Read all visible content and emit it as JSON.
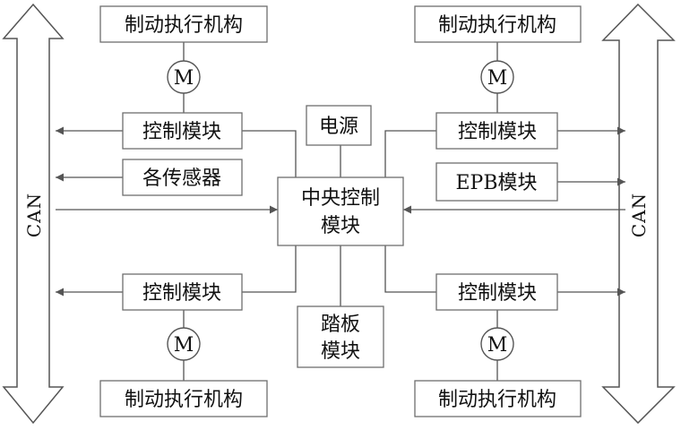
{
  "labels": {
    "actuator": "制动执行机构",
    "control_module": "控制模块",
    "motor": "M",
    "power": "电源",
    "sensors": "各传感器",
    "epb": "EPB模块",
    "central_line1": "中央控制",
    "central_line2": "模块",
    "pedal_line1": "踏板",
    "pedal_line2": "模块",
    "can_left": "CAN",
    "can_right": "CAN"
  }
}
